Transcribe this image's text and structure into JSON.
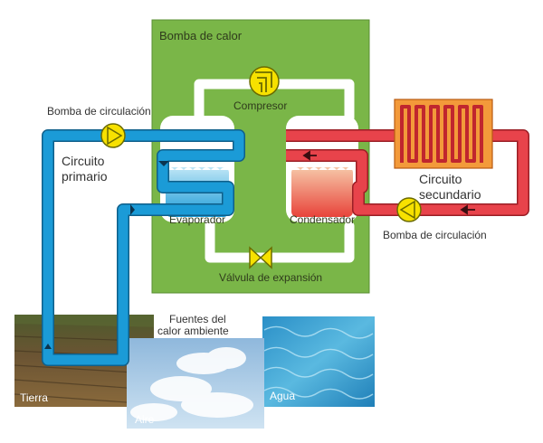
{
  "title": "Bomba de calor",
  "labels": {
    "compressor": "Compresor",
    "circ_pump_left": "Bomba de circulación",
    "circ_pump_right": "Bomba de circulación",
    "primary_1": "Circuito",
    "primary_2": "primario",
    "secondary_1": "Circuito",
    "secondary_2": "secundario",
    "evaporator": "Evaporador",
    "condenser": "Condensador",
    "expansion_valve": "Válvula de expansión",
    "ambient_1": "Fuentes del",
    "ambient_2": "calor ambiente",
    "source_earth": "Tierra",
    "source_air": "Aire",
    "source_water": "Agua"
  },
  "colors": {
    "heat_pump_box": "#7ab648",
    "primary_circuit": "#1b9bd7",
    "secondary_circuit": "#e8434b",
    "refrigerant_pipe": "#ffffff",
    "pump": "#f7e100",
    "evaporator_fluid": "#2aa8d8",
    "condenser_fluid": "#e8553a"
  },
  "icons": [
    "compressor-icon",
    "pump-icon",
    "expansion-valve-icon",
    "radiator-icon",
    "flow-arrow-icon"
  ]
}
